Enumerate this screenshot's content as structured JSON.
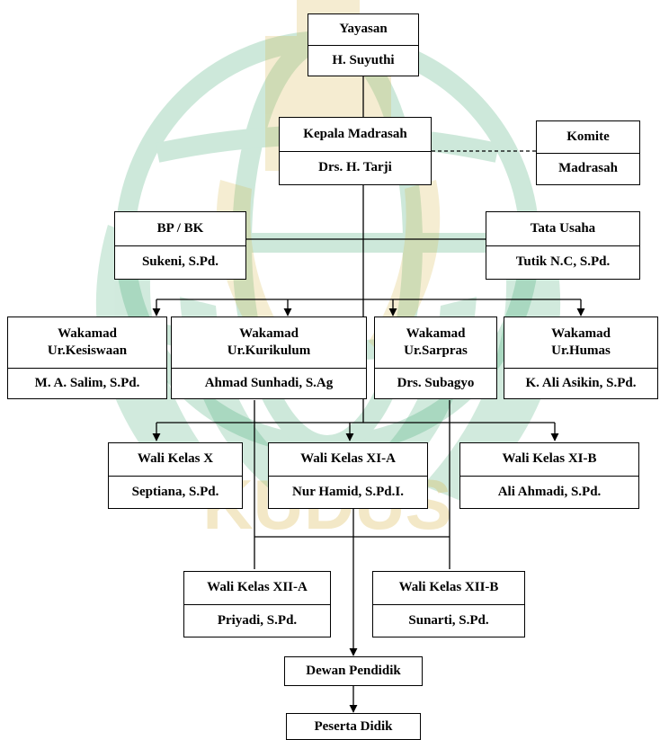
{
  "colors": {
    "line": "#000000",
    "box_border": "#000000",
    "watermark_green": "#1f9b5a",
    "watermark_gold": "#d8b64a",
    "box_fill": "#ffffff"
  },
  "watermark": {
    "text": "KUDUS"
  },
  "nodes": {
    "yayasan": {
      "title": "Yayasan",
      "name": "H. Suyuthi"
    },
    "kepala": {
      "title": "Kepala Madrasah",
      "name": "Drs. H. Tarji"
    },
    "komite": {
      "title": "Komite",
      "name": "Madrasah"
    },
    "bpbk": {
      "title": "BP / BK",
      "name": "Sukeni, S.Pd."
    },
    "tu": {
      "title": "Tata Usaha",
      "name": "Tutik N.C, S.Pd."
    },
    "kesiswaan": {
      "title1": "Wakamad",
      "title2": "Ur.Kesiswaan",
      "name": "M. A. Salim, S.Pd."
    },
    "kurikulum": {
      "title1": "Wakamad",
      "title2": "Ur.Kurikulum",
      "name": "Ahmad Sunhadi, S.Ag"
    },
    "sarpras": {
      "title1": "Wakamad",
      "title2": "Ur.Sarpras",
      "name": "Drs. Subagyo"
    },
    "humas": {
      "title1": "Wakamad",
      "title2": "Ur.Humas",
      "name": "K. Ali Asikin, S.Pd."
    },
    "wkx": {
      "title": "Wali Kelas X",
      "name": "Septiana, S.Pd."
    },
    "wkxia": {
      "title": "Wali Kelas XI-A",
      "name": "Nur Hamid, S.Pd.I."
    },
    "wkxib": {
      "title": "Wali Kelas XI-B",
      "name": "Ali Ahmadi, S.Pd."
    },
    "wkxiia": {
      "title": "Wali Kelas XII-A",
      "name": "Priyadi, S.Pd."
    },
    "wkxiib": {
      "title": "Wali Kelas XII-B",
      "name": "Sunarti, S.Pd."
    },
    "dewan": {
      "title": "Dewan Pendidik"
    },
    "peserta": {
      "title": "Peserta Didik"
    }
  }
}
